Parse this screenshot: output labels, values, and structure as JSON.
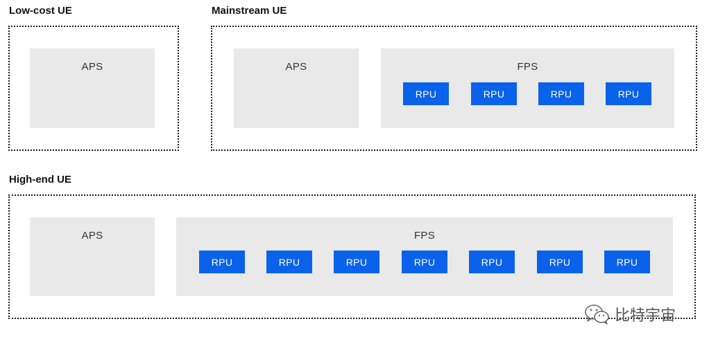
{
  "low_cost": {
    "title": "Low-cost UE",
    "aps_label": "APS"
  },
  "mainstream": {
    "title": "Mainstream UE",
    "aps_label": "APS",
    "fps_label": "FPS",
    "rpus": [
      "RPU",
      "RPU",
      "RPU",
      "RPU"
    ]
  },
  "high_end": {
    "title": "High-end UE",
    "aps_label": "APS",
    "fps_label": "FPS",
    "rpus": [
      "RPU",
      "RPU",
      "RPU",
      "RPU",
      "RPU",
      "RPU",
      "RPU"
    ]
  },
  "watermark": {
    "text": "比特宇宙",
    "icon": "wechat-icon"
  },
  "colors": {
    "rpu_fill": "#0a62ea",
    "block_fill": "#e9e9e9",
    "border": "#1a1a1a"
  }
}
